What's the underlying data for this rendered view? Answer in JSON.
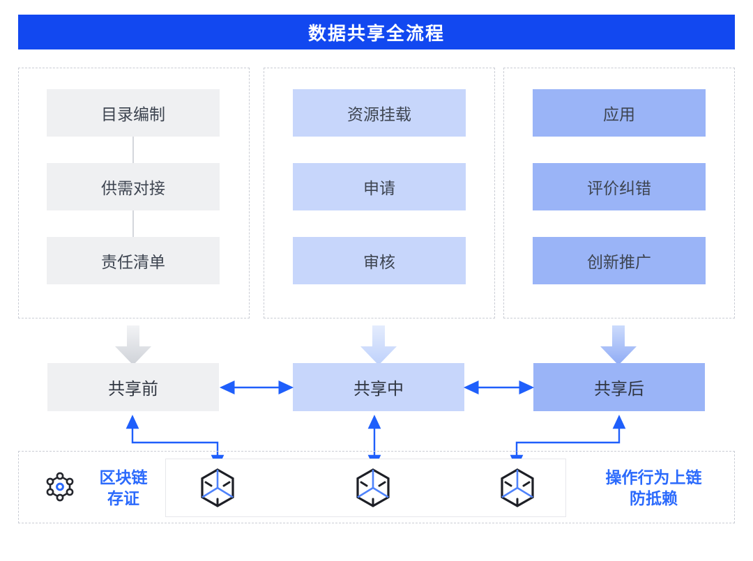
{
  "title": {
    "text": "数据共享全流程"
  },
  "theme": {
    "title_bg": "#1248f0",
    "title_fg": "#ffffff",
    "tone_gray": "#eff0f2",
    "tone_light": "#c7d6fb",
    "tone_mid": "#9ab4f7",
    "accent_blue": "#2b6afc",
    "dash_border": "#c9ccd4",
    "text_dark": "#3d4450"
  },
  "columns": [
    {
      "name": "pre-share",
      "tone": "tone-gray",
      "connected": true,
      "items": [
        {
          "label": "目录编制"
        },
        {
          "label": "供需对接"
        },
        {
          "label": "责任清单"
        }
      ]
    },
    {
      "name": "in-share",
      "tone": "tone-light",
      "connected": false,
      "items": [
        {
          "label": "资源挂载"
        },
        {
          "label": "申请"
        },
        {
          "label": "审核"
        }
      ]
    },
    {
      "name": "post-share",
      "tone": "tone-mid",
      "connected": false,
      "items": [
        {
          "label": "应用"
        },
        {
          "label": "评价纠错"
        },
        {
          "label": "创新推广"
        }
      ]
    }
  ],
  "phases": [
    {
      "label": "共享前",
      "tone": "tone-gray",
      "arrow_color": "#d6d8dd"
    },
    {
      "label": "共享中",
      "tone": "tone-light",
      "arrow_color": "#c7d6fb"
    },
    {
      "label": "共享后",
      "tone": "tone-mid",
      "arrow_color": "#9ab4f7"
    }
  ],
  "phase_links": [
    {
      "from": "共享前",
      "to": "共享中",
      "type": "double-arrow"
    },
    {
      "from": "共享中",
      "to": "共享后",
      "type": "double-arrow"
    }
  ],
  "blockchain": {
    "icon": "network-nodes-icon",
    "left_label_line1": "区块链",
    "left_label_line2": "存证",
    "right_label_line1": "操作行为上链",
    "right_label_line2": "防抵赖",
    "nodes": [
      {
        "name": "chain-node-1",
        "icon": "cube-hexagon-icon"
      },
      {
        "name": "chain-node-2",
        "icon": "cube-hexagon-icon"
      },
      {
        "name": "chain-node-3",
        "icon": "cube-hexagon-icon"
      }
    ],
    "node_link_style": "dashed"
  }
}
